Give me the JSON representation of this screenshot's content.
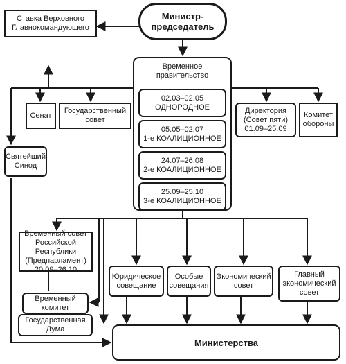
{
  "nodes": {
    "stavka": "Ставка Верховного\nГлавнокомандующего",
    "premier": "Министр-\nпредседатель",
    "gov_title": "Временное\nправительство",
    "senat": "Сенат",
    "gos_sovet": "Государственный\nсовет",
    "direktoriya": "Директория\n(Совет пяти)\n01.09–25.09",
    "komitet_oborony": "Комитет\nобороны",
    "sinod": "Святейший\nСинод",
    "predparlament": "Временный совет\nРоссийской\nРеспублики\n(Предпарламент)\n20.09–26.10",
    "yurid": "Юридическое\nсовещание",
    "osobye": "Особые\nсовещания",
    "ekonom": "Экономический\nсовет",
    "glavny_ekonom": "Главный\nэкономический\nсовет",
    "vremenny_komitet": "Временный\nкомитет",
    "gos_duma": "Государственная\nДума",
    "ministerstva": "Министерства"
  },
  "periods": [
    {
      "dates": "02.03–02.05",
      "name": "ОДНОРОДНОЕ"
    },
    {
      "dates": "05.05–02.07",
      "name": "1-е КОАЛИЦИОННОЕ"
    },
    {
      "dates": "24.07–26.08",
      "name": "2-е КОАЛИЦИОННОЕ"
    },
    {
      "dates": "25.09–25.10",
      "name": "3-е КОАЛИЦИОННОЕ"
    }
  ]
}
